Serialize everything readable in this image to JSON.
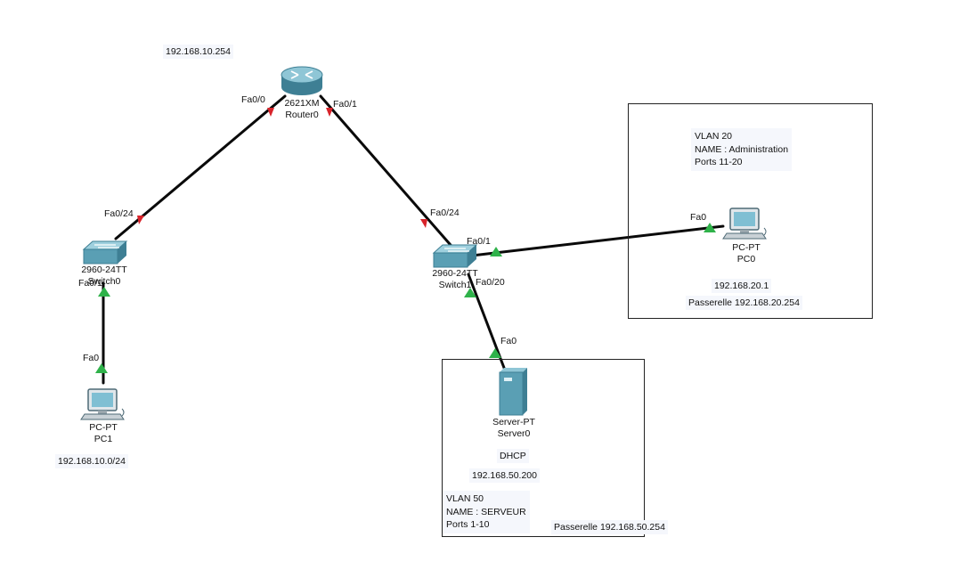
{
  "colors": {
    "cable": "#0a0a0a",
    "link_up": "#2fb24a",
    "link_down": "#d8232a",
    "device_teal": "#5a9fb4",
    "note_bg": "#f5f7fc"
  },
  "devices": {
    "router": {
      "icon": "router-icon",
      "model": "2621XM",
      "name": "Router0"
    },
    "switch0": {
      "icon": "switch-icon",
      "model": "2960-24TT",
      "name": "Switch0"
    },
    "switch1": {
      "icon": "switch-icon",
      "model": "2960-24TT",
      "name": "Switch1"
    },
    "pc0": {
      "icon": "pc-icon",
      "model": "PC-PT",
      "name": "PC0"
    },
    "pc1": {
      "icon": "pc-icon",
      "model": "PC-PT",
      "name": "PC1"
    },
    "server0": {
      "icon": "server-icon",
      "model": "Server-PT",
      "name": "Server0"
    }
  },
  "ports": {
    "router_fa00": "Fa0/0",
    "router_fa01": "Fa0/1",
    "sw0_fa024": "Fa0/24",
    "sw0_fa01": "Fa0/1",
    "pc1_fa0": "Fa0",
    "sw1_fa024": "Fa0/24",
    "sw1_fa01": "Fa0/1",
    "sw1_fa020": "Fa0/20",
    "pc0_fa0": "Fa0",
    "server_fa0": "Fa0"
  },
  "notes": {
    "router_ip": "192.168.10.254",
    "pc1_net": "192.168.10.0/24",
    "vlan20": {
      "line1": "VLAN 20",
      "line2": "NAME : Administration",
      "line3": "Ports 11-20"
    },
    "pc0_ip": "192.168.20.1",
    "pc0_gw": "Passerelle 192.168.20.254",
    "server_dhcp": "DHCP",
    "server_ip": "192.168.50.200",
    "vlan50": {
      "line1": "VLAN 50",
      "line2": "NAME : SERVEUR",
      "line3": "Ports 1-10"
    },
    "server_gw": "Passerelle 192.168.50.254"
  }
}
